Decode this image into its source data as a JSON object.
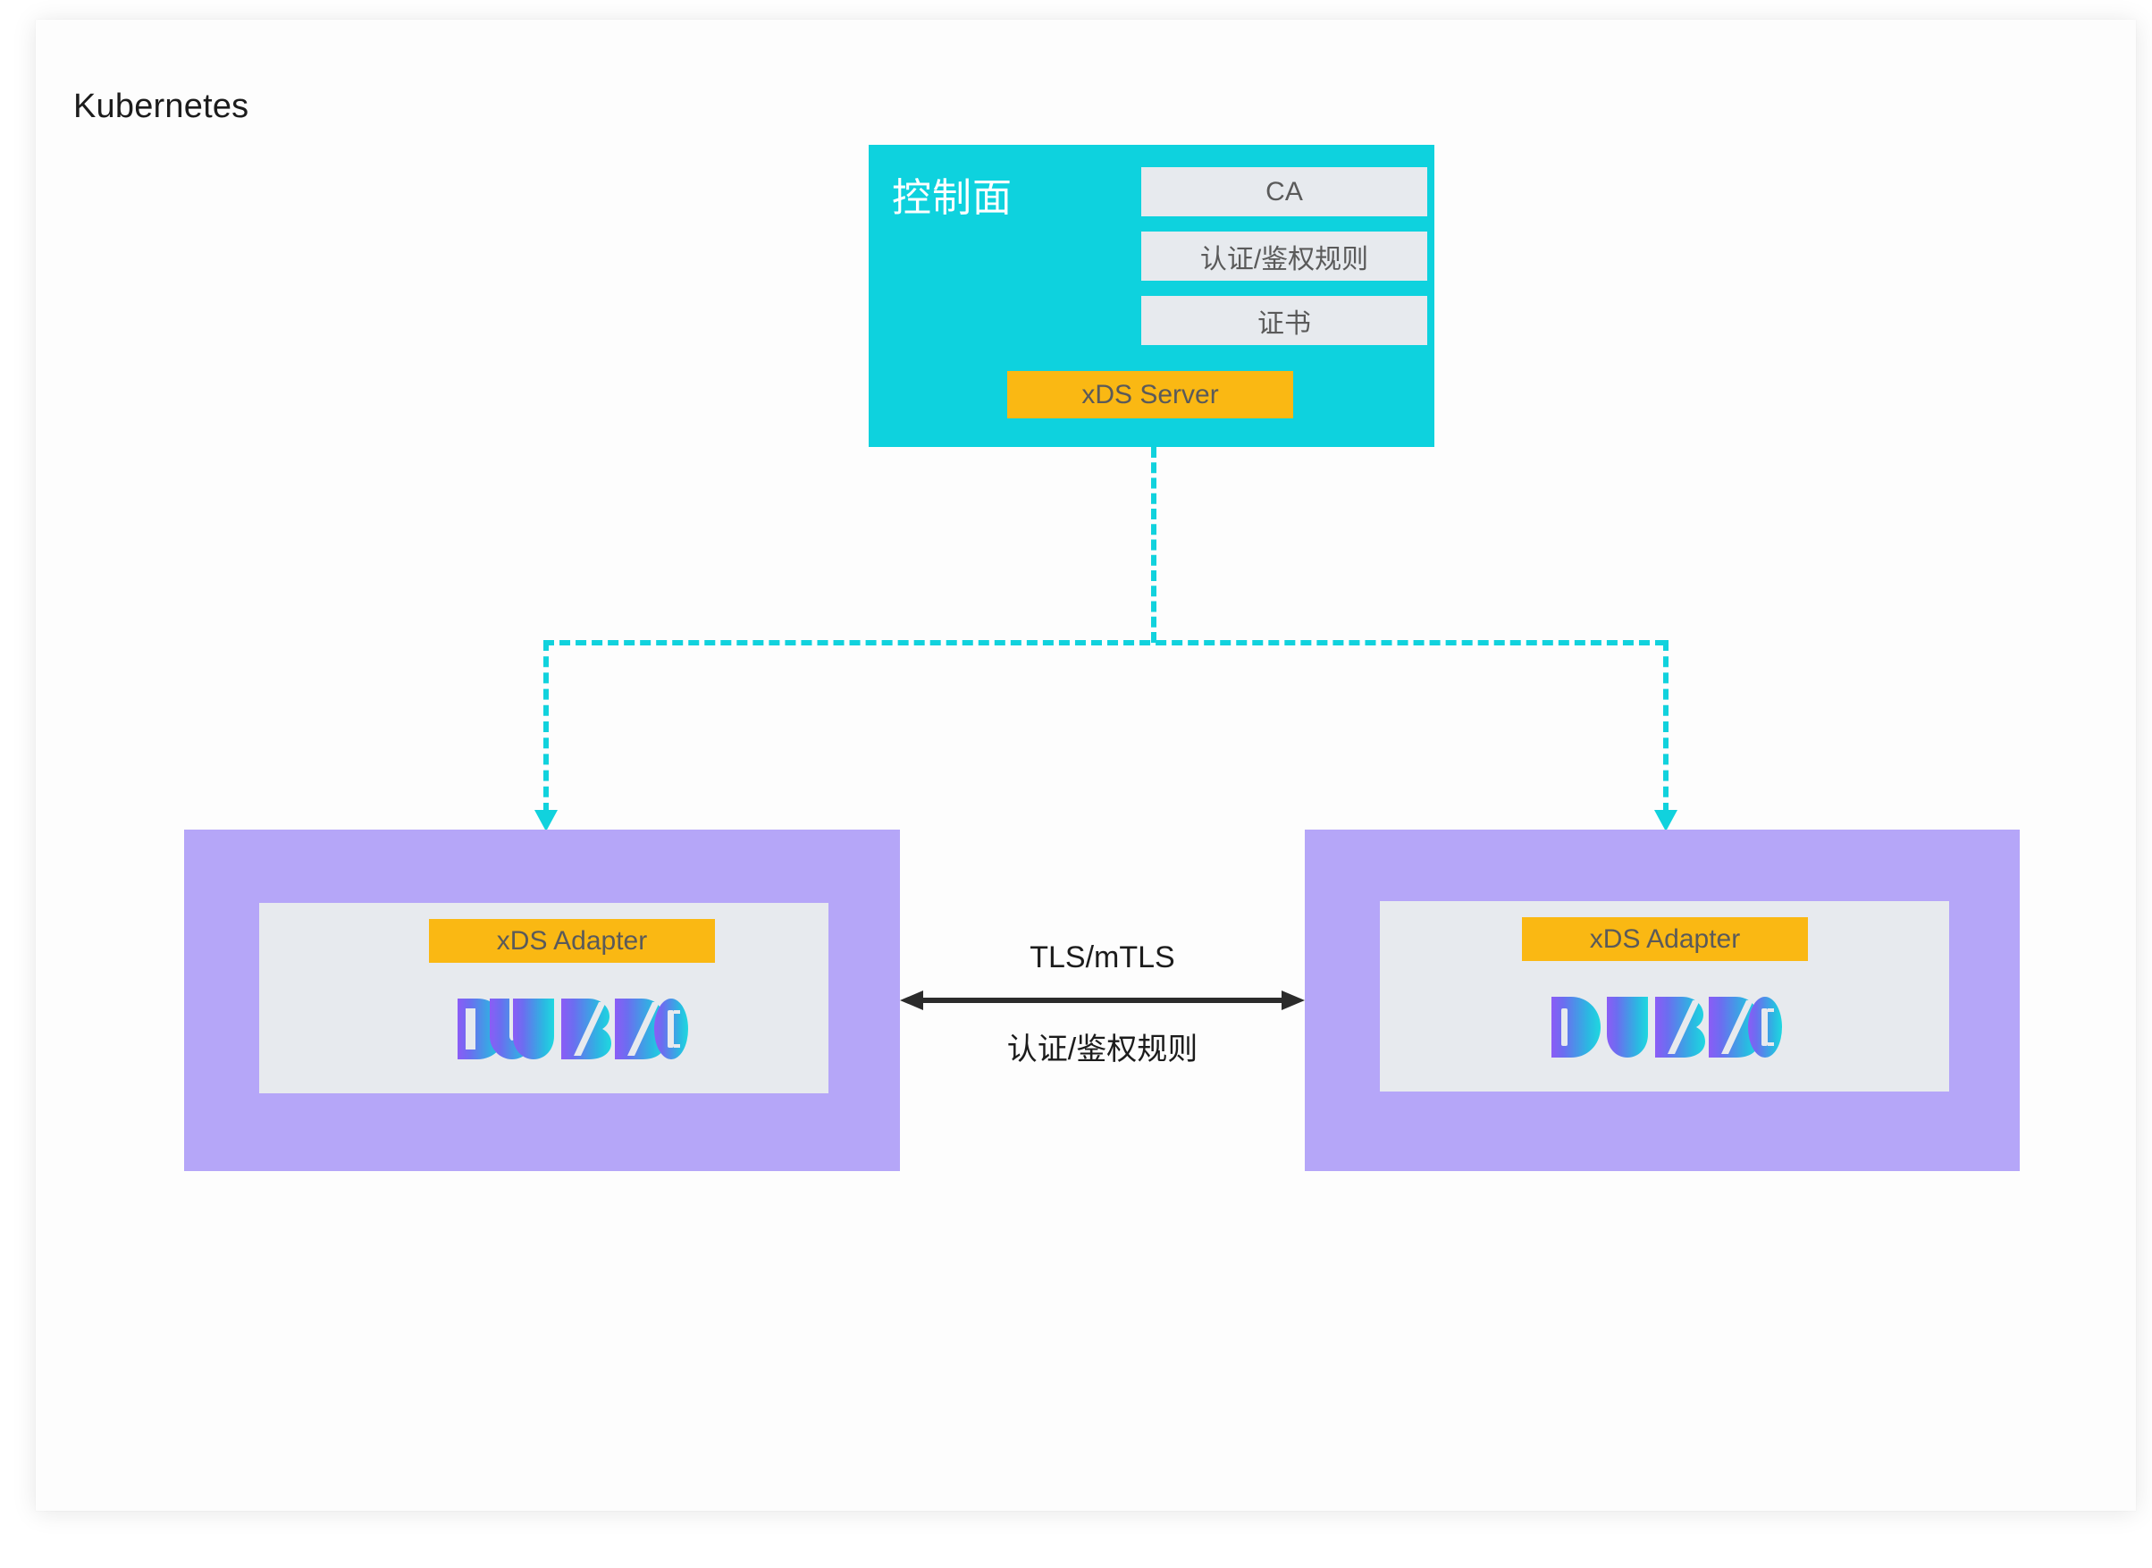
{
  "diagram": {
    "cluster_label": "Kubernetes",
    "colors": {
      "control_plane": "#0ed2de",
      "app_node": "#b5a6f8",
      "chip": "#e7eaee",
      "accent_orange": "#fab813",
      "connector": "#11d2dd",
      "link_arrow": "#2b2b2b",
      "dubbo_gradient_start": "#8b5cf6",
      "dubbo_gradient_end": "#1fd8e0"
    },
    "control_plane": {
      "title": "控制面",
      "components": [
        {
          "label": "CA"
        },
        {
          "label": "认证/鉴权规则"
        },
        {
          "label": "证书"
        }
      ],
      "server": {
        "label": "xDS Server"
      }
    },
    "app_nodes": [
      {
        "adapter_label": "xDS Adapter",
        "logo_name": "dubbo-logo",
        "logo_text": "DUBBO"
      },
      {
        "adapter_label": "xDS Adapter",
        "logo_name": "dubbo-logo",
        "logo_text": "DUBBO"
      }
    ],
    "peer_link": {
      "label_top": "TLS/mTLS",
      "label_bottom": "认证/鉴权规则",
      "direction": "bidirectional"
    },
    "connectors": {
      "style": "dashed",
      "direction": "control-plane-to-app-nodes",
      "arrow_count": 2
    }
  }
}
